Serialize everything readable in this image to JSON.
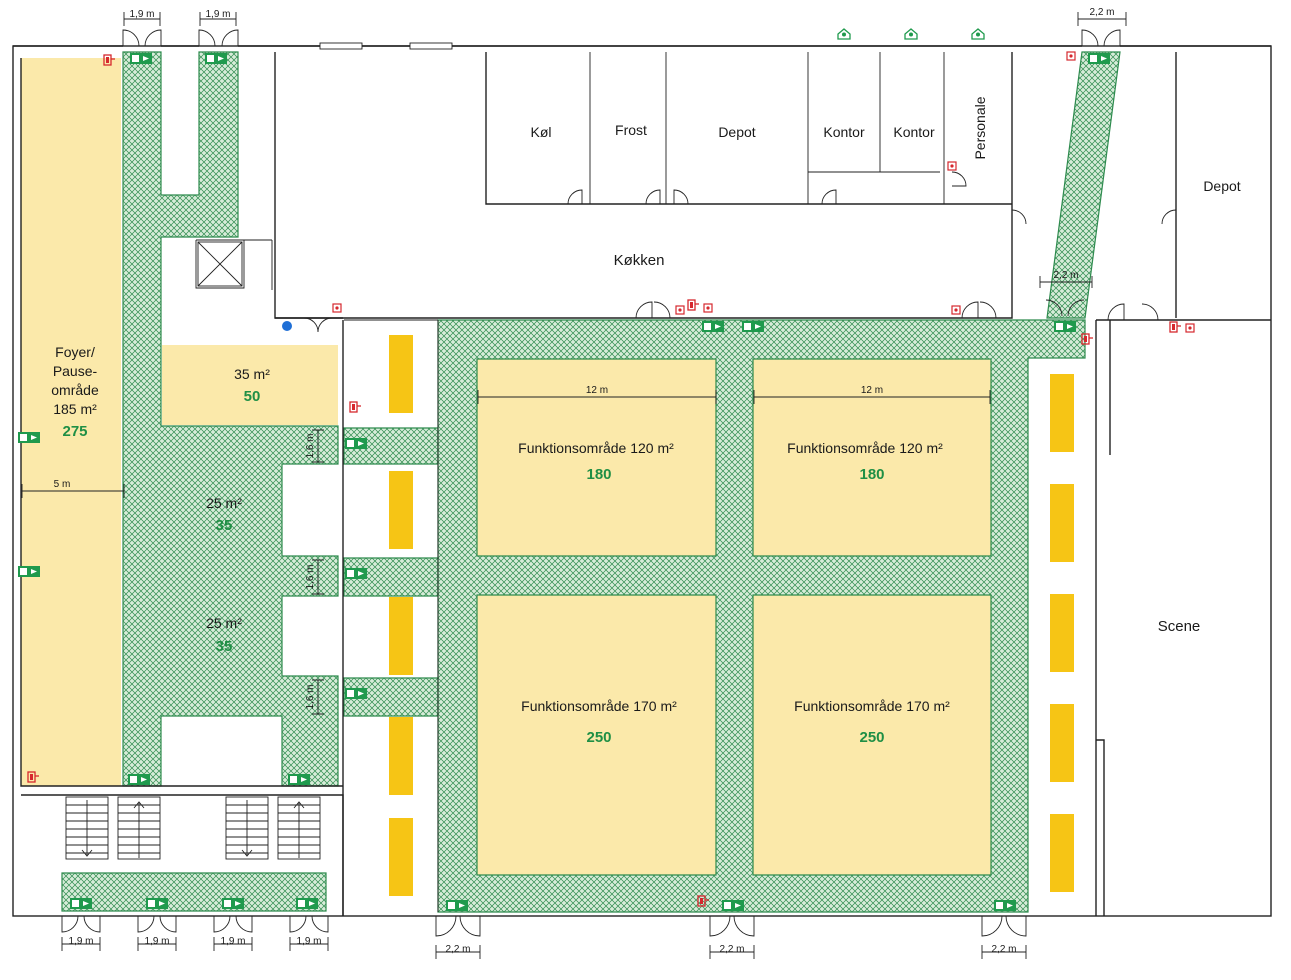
{
  "colors": {
    "area": "#fbe9aa",
    "route_fill": "#cfe7d2",
    "route_stroke": "#2e8b4e",
    "capacity": "#1f8f45",
    "table": "#f6c515",
    "wall": "#222222",
    "equipment": "#d6282e",
    "exit_sign": "#1f9a4d",
    "marker": "#1f6fd6"
  },
  "icons": [
    "exit-sign-icon",
    "fire-extinguisher-icon",
    "fire-alarm-icon",
    "assembly-point-icon",
    "stair-icon",
    "elevator-icon",
    "door-swing-icon"
  ],
  "rooms": {
    "kol": "Køl",
    "frost": "Frost",
    "depot_north": "Depot",
    "kontor_1": "Kontor",
    "kontor_2": "Kontor",
    "personale": "Personale",
    "kokken": "Køkken",
    "depot_east": "Depot",
    "scene": "Scene"
  },
  "areas": {
    "foyer": {
      "name_1": "Foyer/",
      "name_2": "Pause-",
      "name_3": "område",
      "size": "185 m²",
      "capacity": "275"
    },
    "lounge": {
      "size": "35 m²",
      "capacity": "50"
    },
    "meeting_a": {
      "size": "25 m²",
      "capacity": "35"
    },
    "meeting_b": {
      "size": "25 m²",
      "capacity": "35"
    },
    "func_nw": {
      "name": "Funktionsområde 120 m²",
      "capacity": "180"
    },
    "func_ne": {
      "name": "Funktionsområde 120 m²",
      "capacity": "180"
    },
    "func_sw": {
      "name": "Funktionsområde 170 m²",
      "capacity": "250"
    },
    "func_se": {
      "name": "Funktionsområde 170 m²",
      "capacity": "250"
    }
  },
  "dimensions": {
    "top_exit_1": "1,9 m",
    "top_exit_2": "1,9 m",
    "top_exit_east": "2,2 m",
    "ramp": "2,2 m",
    "foyer_width": "5 m",
    "func_nw_width": "12 m",
    "func_ne_width": "12 m",
    "corridor_1": "1,6 m",
    "corridor_2": "1,6 m",
    "corridor_3": "1,6 m",
    "bottom_exit_1": "1,9 m",
    "bottom_exit_2": "1,9 m",
    "bottom_exit_3": "1,9 m",
    "bottom_exit_4": "1,9 m",
    "bottom_exit_5": "2,2 m",
    "bottom_exit_6": "2,2 m",
    "bottom_exit_7": "2,2 m"
  }
}
